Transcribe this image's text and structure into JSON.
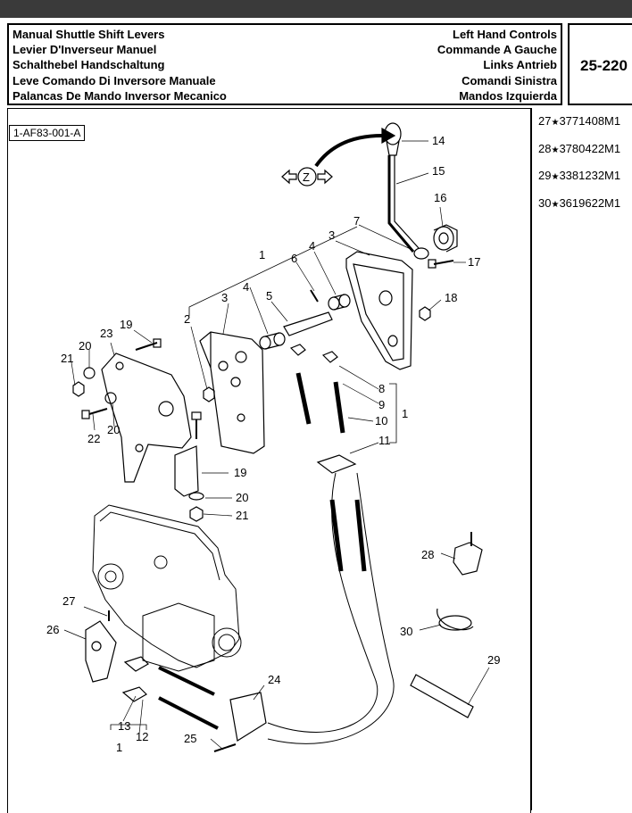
{
  "header": {
    "titles_left": [
      "Manual Shuttle Shift Levers",
      "Levier D'Inverseur Manuel",
      "Schalthebel Handschaltung",
      "Leve Comando Di Inversore Manuale",
      "Palancas De Mando Inversor Mecanico"
    ],
    "titles_right": [
      "Left Hand Controls",
      "Commande A Gauche",
      "Links Antrieb",
      "Comandi Sinistra",
      "Mandos Izquierda"
    ],
    "page_number": "25-220"
  },
  "figure_ref": "1-AF83-001-A",
  "view_marker": "Z",
  "part_list": [
    {
      "item": "27",
      "part": "3771408M1"
    },
    {
      "item": "28",
      "part": "3780422M1"
    },
    {
      "item": "29",
      "part": "3381232M1"
    },
    {
      "item": "30",
      "part": "3619622M1"
    }
  ],
  "callouts": {
    "c1a": "1",
    "c1b": "1",
    "c1c": "1",
    "c2": "2",
    "c3a": "3",
    "c3b": "3",
    "c4a": "4",
    "c4b": "4",
    "c5": "5",
    "c6": "6",
    "c7": "7",
    "c8": "8",
    "c9": "9",
    "c10": "10",
    "c11": "11",
    "c12": "12",
    "c13": "13",
    "c14": "14",
    "c15": "15",
    "c16": "16",
    "c17": "17",
    "c18": "18",
    "c19a": "19",
    "c19b": "19",
    "c20a": "20",
    "c20b": "20",
    "c20c": "20",
    "c21a": "21",
    "c21b": "21",
    "c22": "22",
    "c23": "23",
    "c24": "24",
    "c25": "25",
    "c26": "26",
    "c27": "27",
    "c28": "28",
    "c29": "29",
    "c30": "30"
  }
}
